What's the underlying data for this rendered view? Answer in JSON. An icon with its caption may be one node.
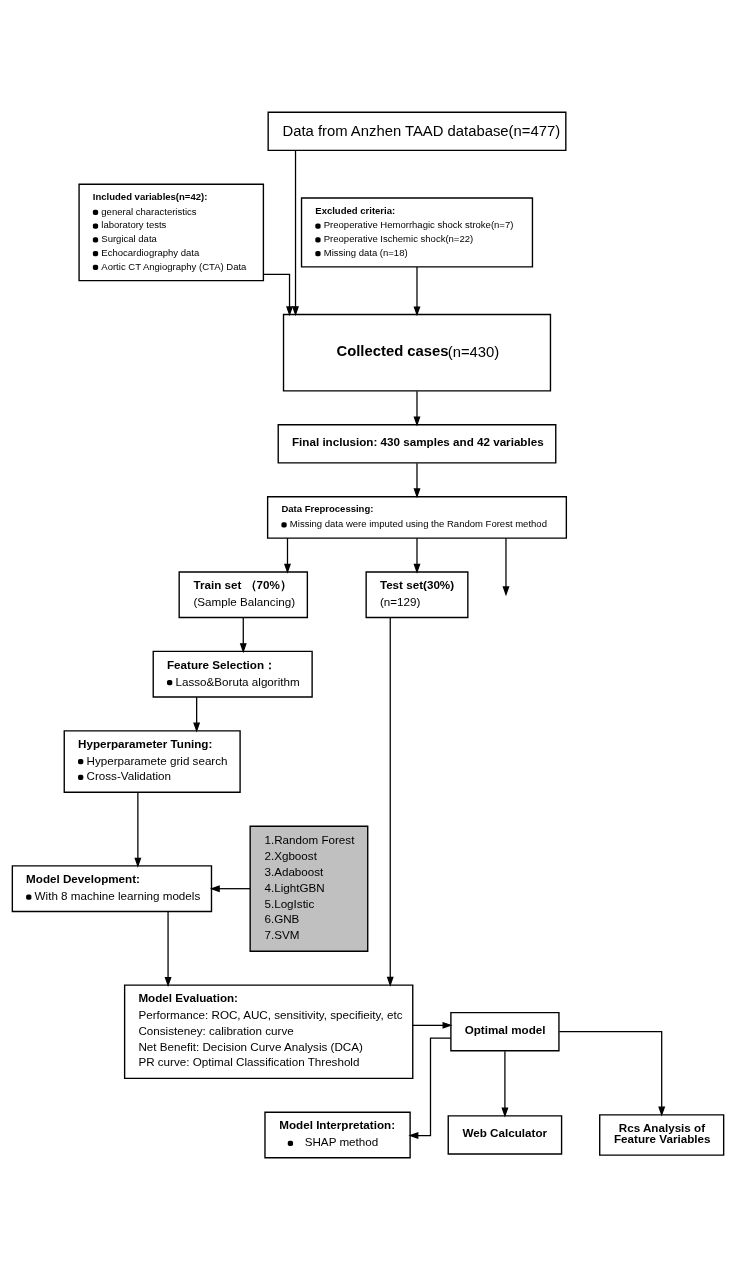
{
  "diagram": {
    "nodes": [
      {
        "text": [
          "Data from Anzhen TAAD database(n=477)"
        ]
      },
      {
        "text": [
          "Included variables(n=42):",
          "general characteristics",
          "laboratory tests",
          "Surgical data",
          "Echocardiography data",
          "Aortic CT Angiography (CTA) Data"
        ]
      },
      {
        "text": [
          "Excluded criteria:",
          "Preoperative Hemorrhagic shock stroke(n=7)",
          "Preoperative Ischemic shock(n=22)",
          "Missing data (n=18)"
        ]
      },
      {
        "text": [
          "**Collected cases**(n=430)"
        ]
      },
      {
        "text": [
          "Final inclusion: 430 samples and 42 variables"
        ]
      },
      {
        "text": [
          "Data Freprocessing:",
          "Missing data were imputed using the Random Forest method"
        ]
      },
      {
        "text": [
          "Train set （70%）",
          "(Sample Balancing)"
        ]
      },
      {
        "text": [
          "Test set(30%)",
          "(n=129)"
        ]
      },
      {
        "text": [
          "Feature Selection：",
          "Lasso&Boruta algorithm"
        ]
      },
      {
        "text": [
          "Hyperparameter Tuning:",
          "Hyperparamete grid search",
          "Cross-Validation"
        ]
      },
      {
        "text": [
          "1.Random Forest",
          "2.Xgboost",
          "3.Adaboost",
          "4.LightGBN",
          "5.LogIstic",
          "6.GNB",
          "7.SVM"
        ]
      },
      {
        "text": [
          "Model Development:",
          "With 8 machine learning models"
        ]
      },
      {
        "text": [
          "Model Evaluation:",
          "Performance: ROC, AUC, sensitivity, specifieity, etc",
          "Consisteney: calibration curve",
          "Net Benefit: Decision Curve Analysis (DCA)",
          "PR curve: Optimal Classification Threshold"
        ]
      },
      {
        "text": [
          "Optimal model"
        ]
      },
      {
        "text": [
          "Model Interpretation:",
          "SHAP method"
        ]
      },
      {
        "text": [
          "Web Calculator"
        ]
      },
      {
        "text": [
          "Rcs Analysis of Feature Variables"
        ]
      }
    ],
    "edges": [
      {
        "from": 0,
        "to": 3,
        "arrow": "to"
      },
      {
        "from": 1,
        "to": 3,
        "arrow": "to"
      },
      {
        "from": 2,
        "to": 3,
        "arrow": "to"
      },
      {
        "from": 3,
        "to": 4,
        "arrow": "to"
      },
      {
        "from": 4,
        "to": 5,
        "arrow": "to"
      },
      {
        "from": 5,
        "to": 6,
        "arrow": "to"
      },
      {
        "from": 5,
        "to": null,
        "arrow": "to"
      },
      {
        "from": 5,
        "to": 7,
        "arrow": "to"
      },
      {
        "from": 6,
        "to": 8,
        "arrow": "to"
      },
      {
        "from": 8,
        "to": 9,
        "arrow": "to"
      },
      {
        "from": 9,
        "to": 11,
        "arrow": "to"
      },
      {
        "from": 10,
        "to": 11,
        "arrow": "to"
      },
      {
        "from": 11,
        "to": 12,
        "arrow": "to"
      },
      {
        "from": 7,
        "to": 12,
        "arrow": "to"
      },
      {
        "from": 12,
        "to": 13,
        "arrow": "to"
      },
      {
        "from": 13,
        "to": 14,
        "arrow": "to"
      },
      {
        "from": 13,
        "to": 15,
        "arrow": "to"
      },
      {
        "from": 13,
        "to": 16,
        "arrow": "to"
      }
    ]
  }
}
